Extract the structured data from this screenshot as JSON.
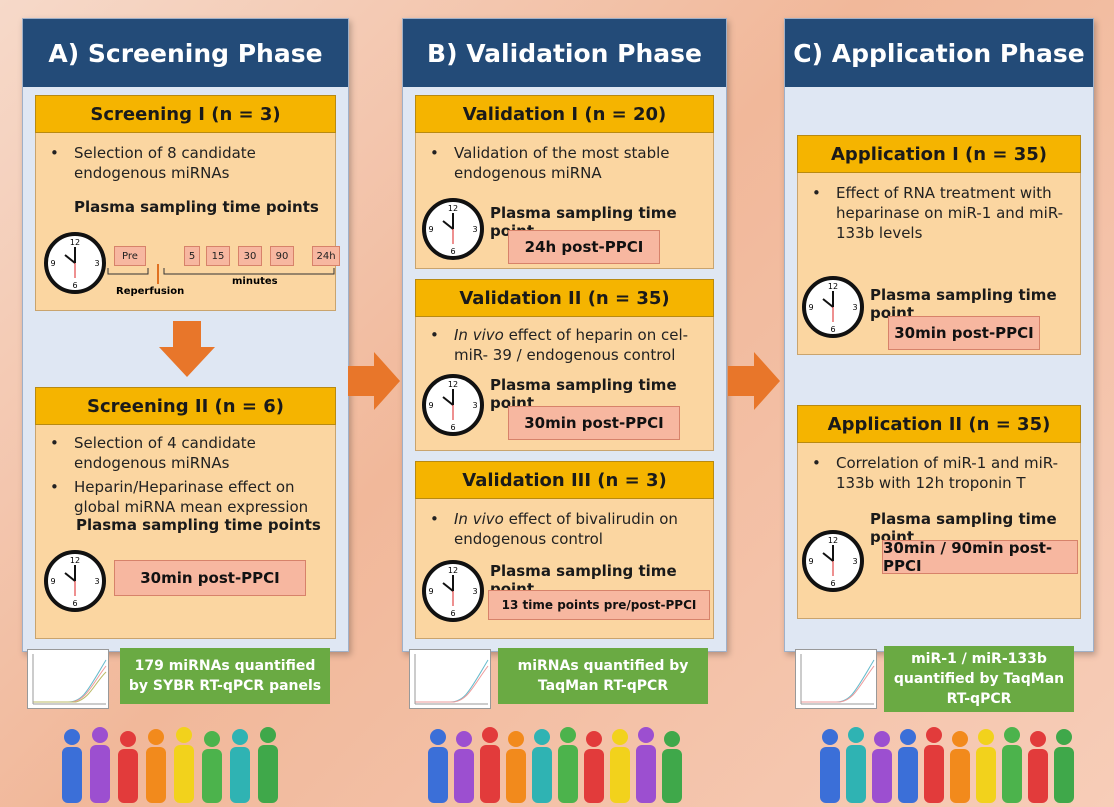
{
  "phases": [
    {
      "header": "A) Screening Phase",
      "boxes": [
        {
          "title": "Screening I (n = 3)",
          "bullets": [
            "Selection of 8 candidate endogenous miRNAs"
          ],
          "sampling_label": "Plasma sampling time points",
          "timeline": {
            "pre": "Pre",
            "points": [
              "5",
              "15",
              "30",
              "90",
              "24h"
            ],
            "reperfusion": "Reperfusion",
            "minutes": "minutes"
          }
        },
        {
          "title": "Screening II (n = 6)",
          "bullets": [
            "Selection of 4 candidate endogenous miRNAs",
            "Heparin/Heparinase effect on global miRNA mean expression"
          ],
          "sampling_label": "Plasma sampling time points",
          "time_point": "30min post-PPCI"
        }
      ],
      "quantification": "179 miRNAs quantified by SYBR RT-qPCR panels"
    },
    {
      "header": "B) Validation Phase",
      "boxes": [
        {
          "title": "Validation I (n = 20)",
          "bullets": [
            "Validation of the most stable endogenous miRNA"
          ],
          "sampling_label": "Plasma sampling time point",
          "time_point": "24h post-PPCI"
        },
        {
          "title": "Validation II (n = 35)",
          "bullets_italic_prefix": "In vivo",
          "bullets": [
            " effect of heparin on cel-miR- 39 / endogenous control"
          ],
          "sampling_label": "Plasma sampling time point",
          "time_point": "30min post-PPCI"
        },
        {
          "title": "Validation III (n = 3)",
          "bullets_italic_prefix": "In vivo",
          "bullets": [
            " effect of bivalirudin on endogenous control"
          ],
          "sampling_label": "Plasma sampling time point",
          "time_point": "13 time points pre/post-PPCI"
        }
      ],
      "quantification": "miRNAs quantified by TaqMan RT-qPCR"
    },
    {
      "header": "C) Application Phase",
      "boxes": [
        {
          "title": "Application I  (n = 35)",
          "bullets": [
            "Effect of RNA treatment with heparinase on miR-1 and miR-133b levels"
          ],
          "sampling_label": "Plasma sampling time point",
          "time_point": "30min post-PPCI"
        },
        {
          "title": "Application II  (n = 35)",
          "bullets": [
            "Correlation of miR-1 and miR-133b with 12h troponin T"
          ],
          "sampling_label": "Plasma sampling time point",
          "time_point": "30min / 90min post-PPCI"
        }
      ],
      "quantification": "miR-1 / miR-133b quantified by TaqMan RT-qPCR"
    }
  ],
  "colors": {
    "header": "#234b78",
    "box_title": "#f5b400",
    "box_body": "#fbd6a1",
    "pill": "#f7b7a0",
    "quant": "#6aaa43",
    "arrow": "#e8762a"
  }
}
